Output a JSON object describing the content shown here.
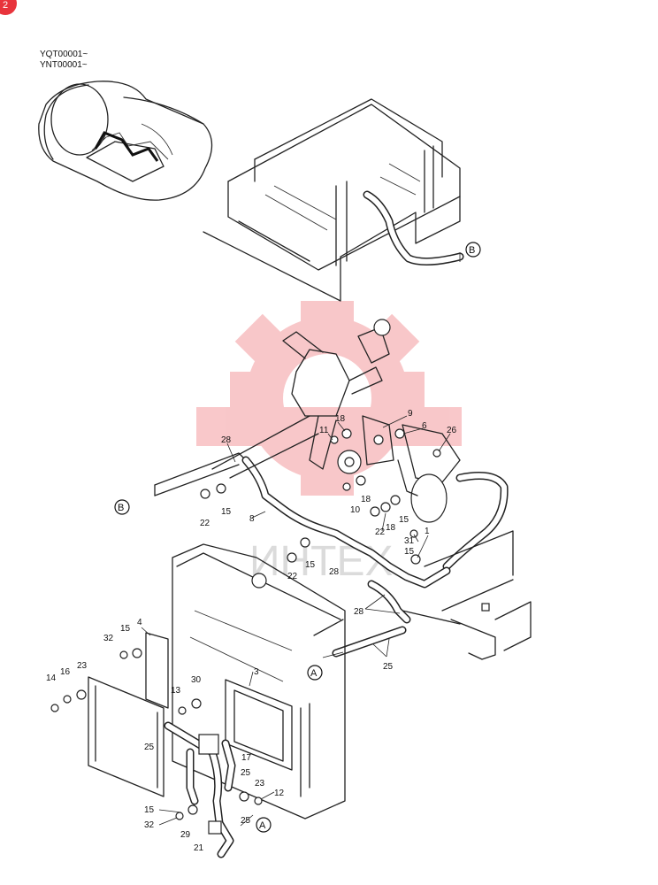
{
  "header": {
    "page_badge": "2",
    "serial_1": "YQT00001~",
    "serial_2": "YNT00001~"
  },
  "watermark": {
    "text": "ИНТЕХ",
    "color": "#e8383f"
  },
  "colors": {
    "badge": "#e8343c",
    "line": "#222222"
  },
  "refs": {
    "a": "A",
    "b": "B"
  },
  "callouts": [
    {
      "id": "c18a",
      "text": "18"
    },
    {
      "id": "c11",
      "text": "11"
    },
    {
      "id": "c9",
      "text": "9"
    },
    {
      "id": "c6",
      "text": "6"
    },
    {
      "id": "c26",
      "text": "26"
    },
    {
      "id": "c28a",
      "text": "28"
    },
    {
      "id": "c15a",
      "text": "15"
    },
    {
      "id": "c22a",
      "text": "22"
    },
    {
      "id": "c8",
      "text": "8"
    },
    {
      "id": "c10",
      "text": "10"
    },
    {
      "id": "c18b",
      "text": "18"
    },
    {
      "id": "c18c",
      "text": "18"
    },
    {
      "id": "c15b",
      "text": "15"
    },
    {
      "id": "c22b",
      "text": "22"
    },
    {
      "id": "c1",
      "text": "1"
    },
    {
      "id": "c31",
      "text": "31"
    },
    {
      "id": "c15c",
      "text": "15"
    },
    {
      "id": "c15d",
      "text": "15"
    },
    {
      "id": "c22c",
      "text": "22"
    },
    {
      "id": "c28b",
      "text": "28"
    },
    {
      "id": "c28c",
      "text": "28"
    },
    {
      "id": "c4",
      "text": "4"
    },
    {
      "id": "c32a",
      "text": "32"
    },
    {
      "id": "c15e",
      "text": "15"
    },
    {
      "id": "c3",
      "text": "3"
    },
    {
      "id": "c25a",
      "text": "25"
    },
    {
      "id": "c14",
      "text": "14"
    },
    {
      "id": "c16",
      "text": "16"
    },
    {
      "id": "c23a",
      "text": "23"
    },
    {
      "id": "c13",
      "text": "13"
    },
    {
      "id": "c30",
      "text": "30"
    },
    {
      "id": "c25b",
      "text": "25"
    },
    {
      "id": "c17",
      "text": "17"
    },
    {
      "id": "c25c",
      "text": "25"
    },
    {
      "id": "c23b",
      "text": "23"
    },
    {
      "id": "c12",
      "text": "12"
    },
    {
      "id": "c15f",
      "text": "15"
    },
    {
      "id": "c32b",
      "text": "32"
    },
    {
      "id": "c25d",
      "text": "25"
    },
    {
      "id": "c29",
      "text": "29"
    },
    {
      "id": "c21",
      "text": "21"
    }
  ]
}
